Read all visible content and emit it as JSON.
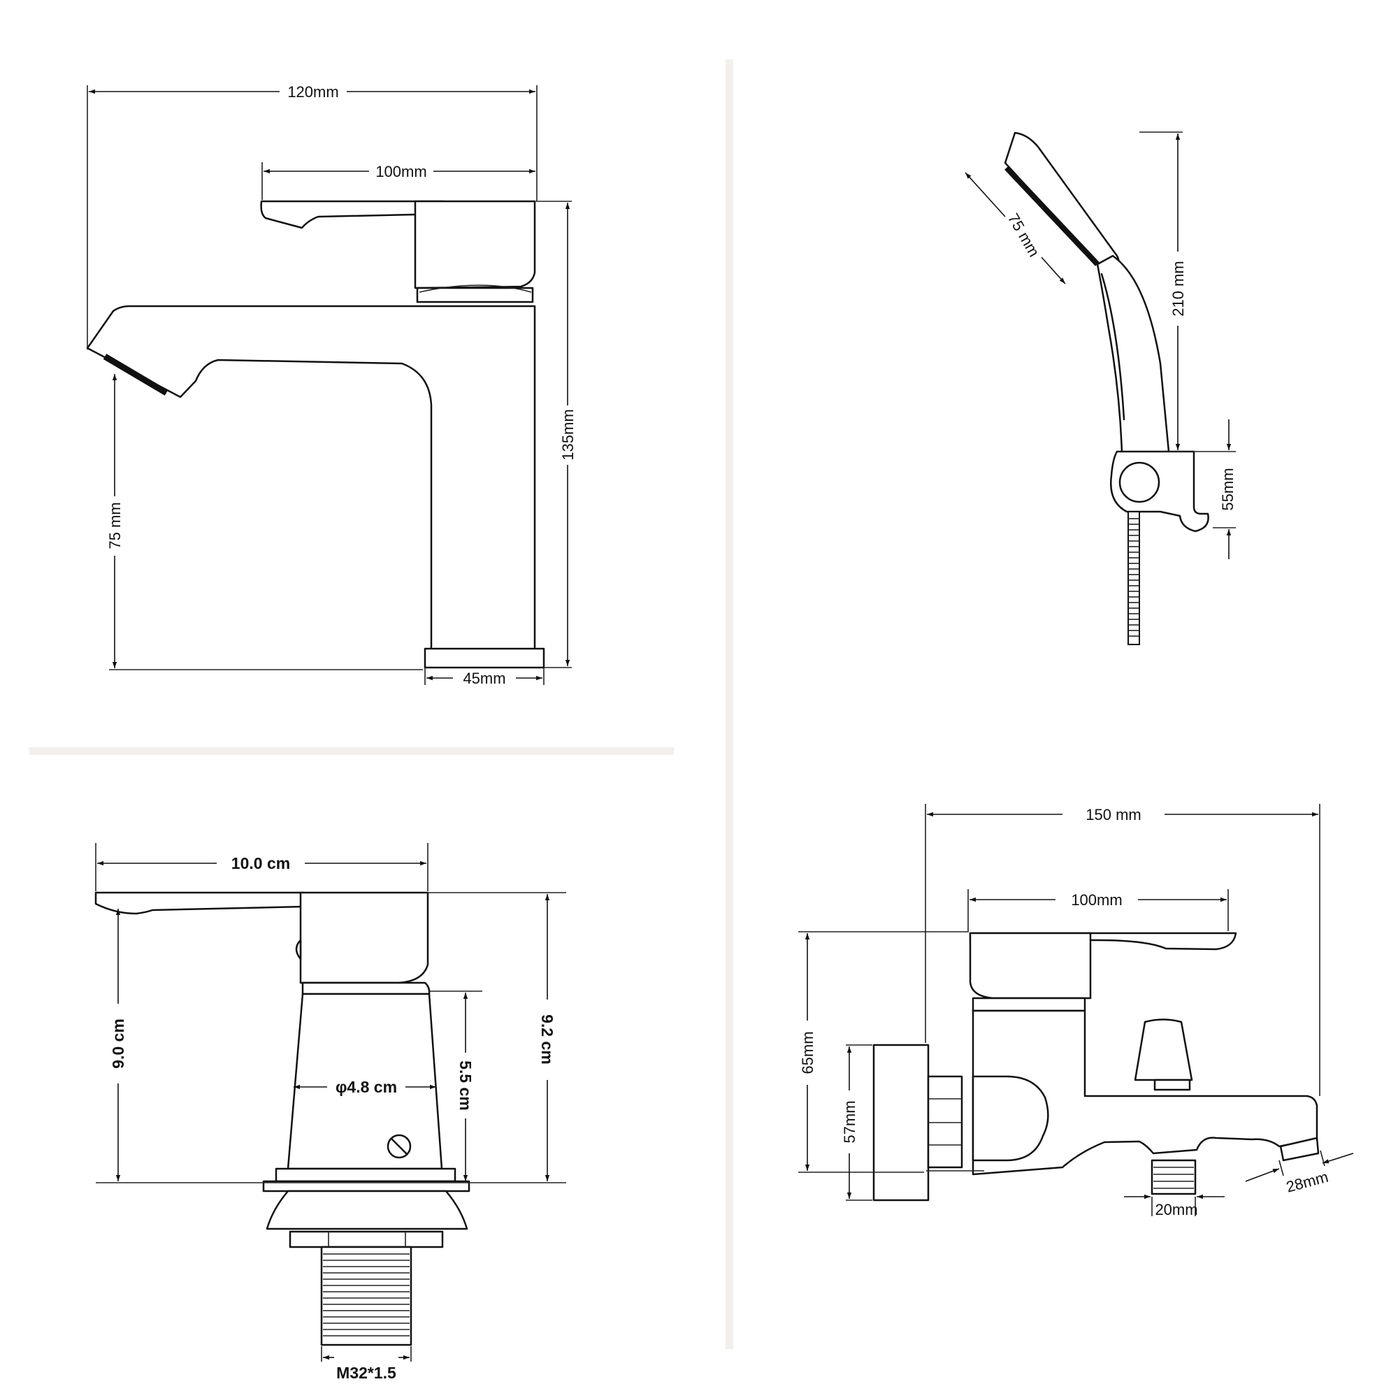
{
  "figures": {
    "basin_side": {
      "width_total": "120mm",
      "width_handle": "100mm",
      "height_total": "135mm",
      "spout_height": "75 mm",
      "base_width": "45mm"
    },
    "hand_shower": {
      "head_width": "75 mm",
      "height": "210 mm",
      "holder_height": "55mm"
    },
    "basin_front": {
      "handle_length": "10.0 cm",
      "height_left": "9.0 cm",
      "height_right": "9.2 cm",
      "body_diameter": "φ4.8 cm",
      "body_height": "5.5 cm",
      "thread": "M32*1.5"
    },
    "bath_mixer": {
      "width_total": "150 mm",
      "width_handle": "100mm",
      "height_total": "65mm",
      "flange_height": "57mm",
      "outlet_width": "20mm",
      "spout_width": "28mm"
    }
  },
  "colors": {
    "line": "#111111",
    "separator": "#f2efec",
    "background": "#ffffff"
  }
}
